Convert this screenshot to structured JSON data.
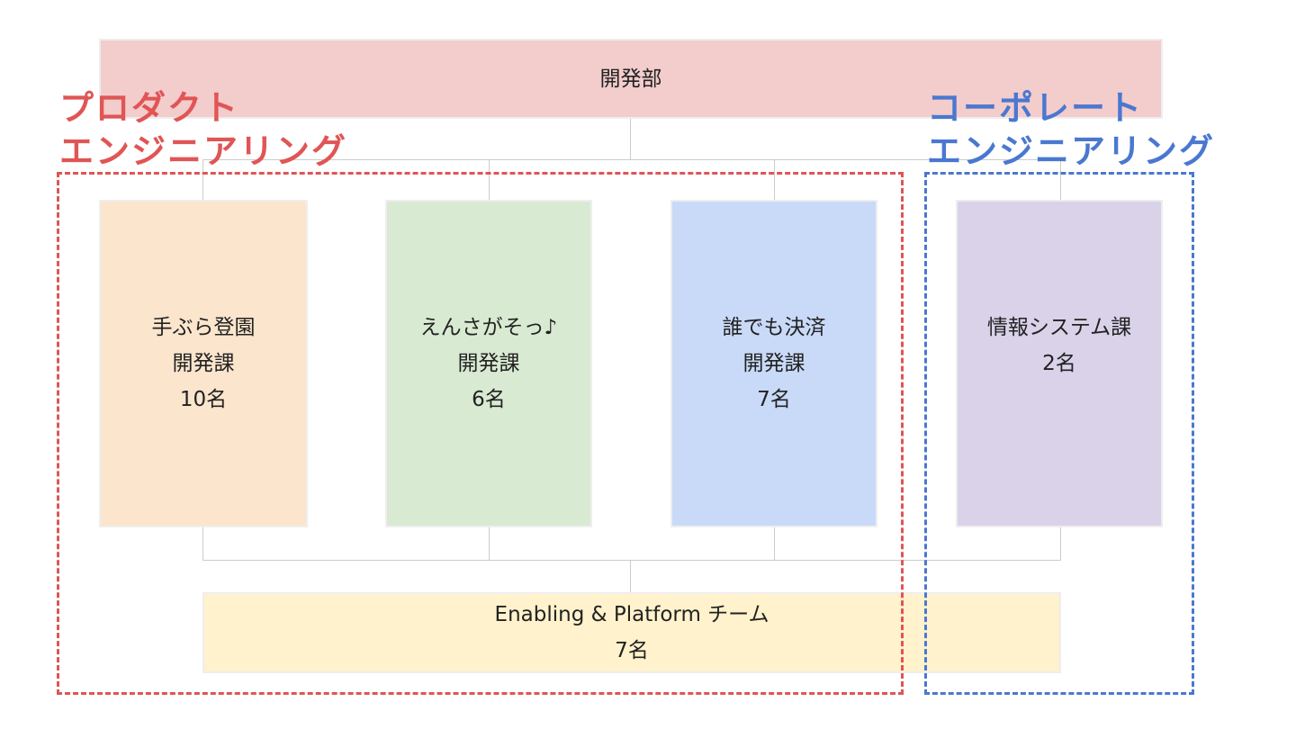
{
  "department": {
    "name": "開発部",
    "color": "#f3cccc"
  },
  "groups": {
    "product": {
      "line1": "プロダクト",
      "line2": "エンジニアリング",
      "color": "#e05555"
    },
    "corporate": {
      "line1": "コーポレート",
      "line2": "エンジニアリング",
      "color": "#4a78d0"
    }
  },
  "sections": [
    {
      "line1": "手ぶら登園",
      "line2": "開発課",
      "count": "10名",
      "color": "#fce5cd"
    },
    {
      "line1": "えんさがそっ♪",
      "line2": "開発課",
      "count": "6名",
      "color": "#d9ead3"
    },
    {
      "line1": "誰でも決済",
      "line2": "開発課",
      "count": "7名",
      "color": "#c9daf8"
    },
    {
      "line1": "情報システム課",
      "count": "2名",
      "color": "#d9d2e9"
    }
  ],
  "platform_team": {
    "name": "Enabling & Platform チーム",
    "count": "7名",
    "color": "#fff2cc"
  }
}
